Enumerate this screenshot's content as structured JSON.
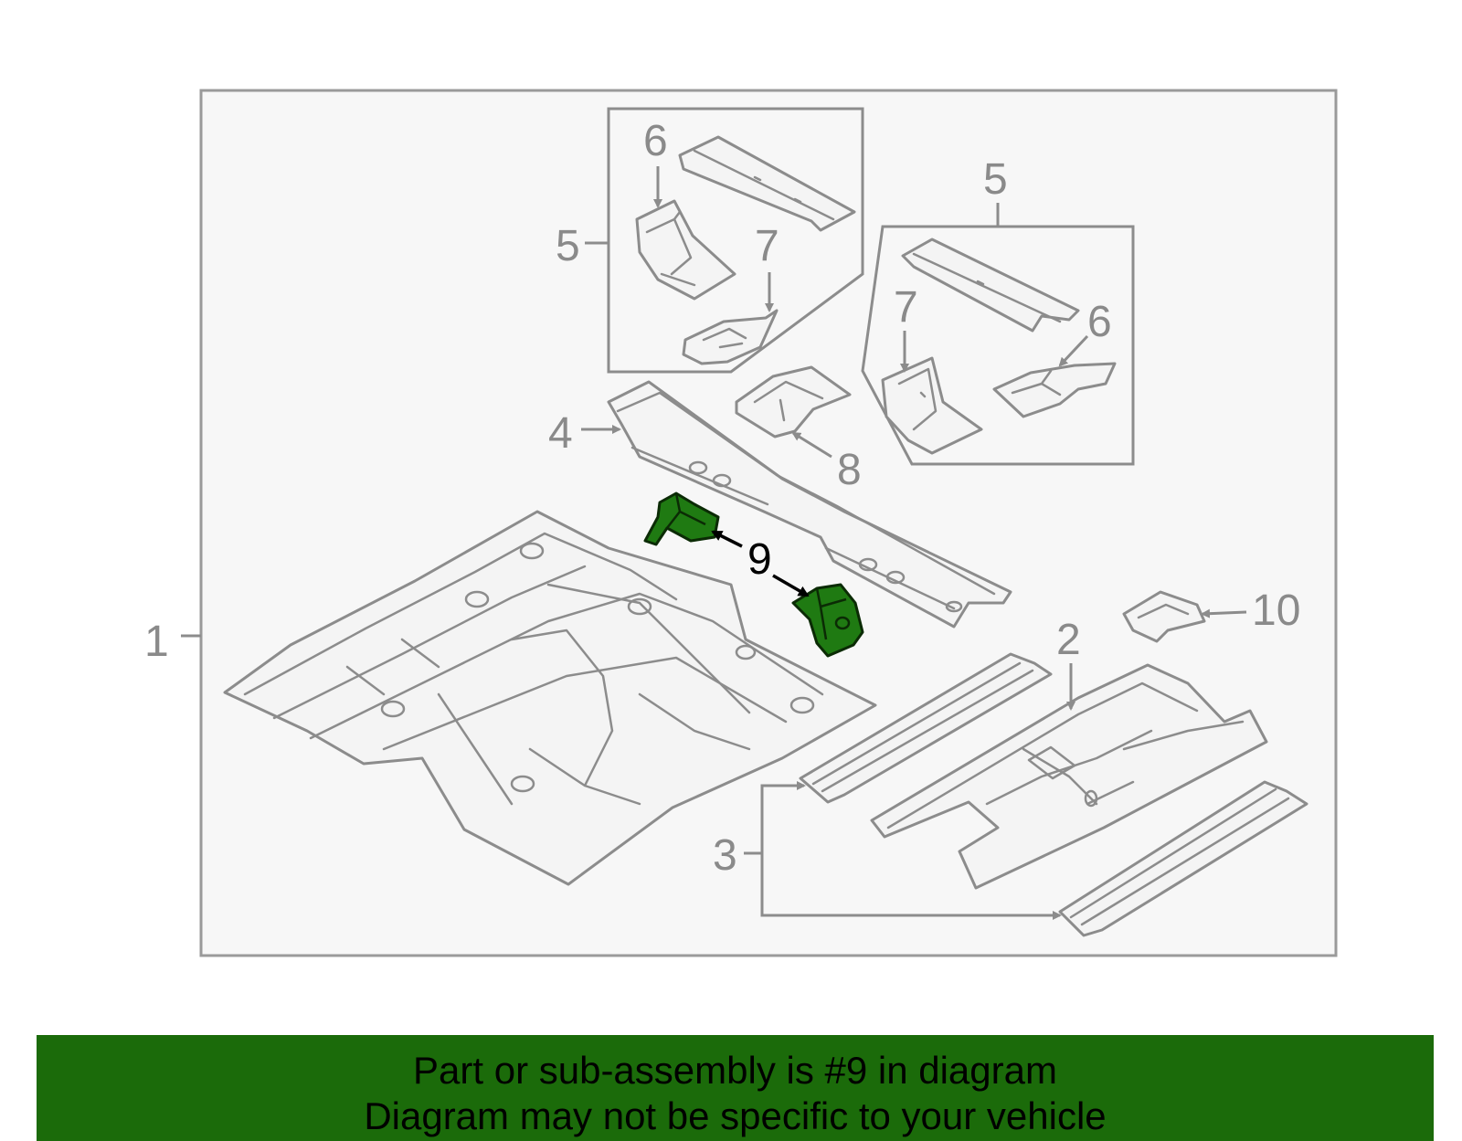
{
  "diagram": {
    "callouts": {
      "c1": "1",
      "c2": "2",
      "c3": "3",
      "c4": "4",
      "c5a": "5",
      "c5b": "5",
      "c6a": "6",
      "c6b": "6",
      "c7a": "7",
      "c7b": "7",
      "c8": "8",
      "c9": "9",
      "c10": "10"
    },
    "highlight_part": "9",
    "colors": {
      "highlight_fill": "#1f7a12",
      "outline": "#8c8c8c",
      "panel_background": "#f7f7f7",
      "banner_background": "#1b6b0a"
    }
  },
  "banner": {
    "line1": "Part or sub-assembly is #9 in diagram",
    "line2": "Diagram may not be specific to your vehicle"
  }
}
